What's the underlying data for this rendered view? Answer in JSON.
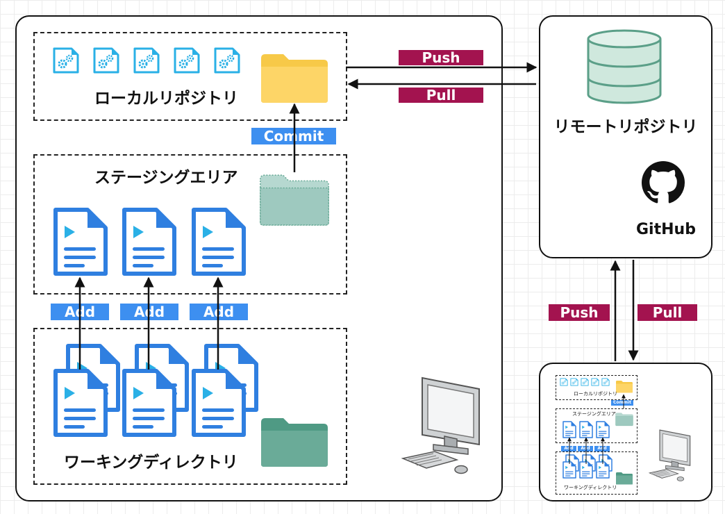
{
  "local_machine": {
    "local_repo_label": "ローカルリポジトリ",
    "staging_label": "ステージングエリア",
    "working_dir_label": "ワーキングディレクトリ",
    "commit_label": "Commit",
    "add_labels": [
      "Add",
      "Add",
      "Add"
    ]
  },
  "remote": {
    "label": "リモートリポジトリ",
    "service": "GitHub"
  },
  "arrows": {
    "push_label": "Push",
    "pull_label": "Pull"
  },
  "second_machine": {
    "local_repo_label": "ローカルリポジトリ",
    "staging_label": "ステージングエリア",
    "working_dir_label": "ワーキングディレクトリ",
    "commit_label": "Commit",
    "add_labels": [
      "Add",
      "Add",
      "Add"
    ]
  },
  "colors": {
    "tag_blue": "#3d8ff0",
    "tag_red": "#a3134f",
    "folder_yellow": "#fdd567",
    "folder_staging": "#9ec9bf",
    "folder_working": "#6aab98",
    "db_fill": "#cfe8dd",
    "doc_blue": "#2f7fe0",
    "gear_cyan": "#2ab0e6"
  },
  "icons": [
    "gear-file-icon",
    "folder-icon",
    "document-icon",
    "database-icon",
    "github-icon",
    "computer-icon"
  ]
}
